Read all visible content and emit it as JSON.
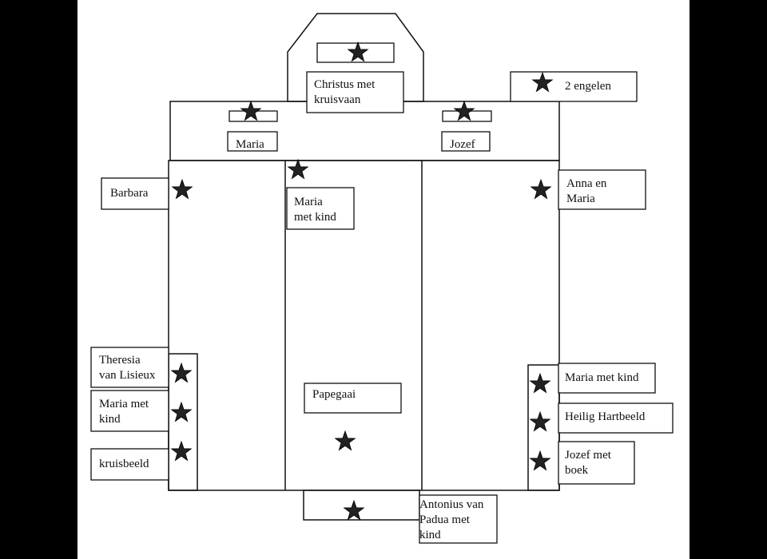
{
  "colors": {
    "background": "#000000",
    "paper": "#ffffff",
    "ink": "#111111",
    "star": "#222222"
  },
  "labels": {
    "christus_1": "Christus met",
    "christus_2": "kruisvaan",
    "engelen": "2 engelen",
    "maria_top": "Maria",
    "jozef_top": "Jozef",
    "barbara": "Barbara",
    "maria_kind_1": "Maria",
    "maria_kind_2": "met kind",
    "anna_1": "Anna en",
    "anna_2": "Maria",
    "theresia_1": "Theresia",
    "theresia_2": "van Lisieux",
    "maria_kind_left_1": "Maria met",
    "maria_kind_left_2": "kind",
    "kruisbeeld": "kruisbeeld",
    "papegaai": "Papegaai",
    "maria_kind_right": "Maria met kind",
    "heilig_hartbeeld": "Heilig Hartbeeld",
    "jozef_boek_1": "Jozef met",
    "jozef_boek_2": "boek",
    "antonius_1": "Antonius van",
    "antonius_2": "Padua met",
    "antonius_3": "kind"
  },
  "icons": [
    "star-icon"
  ]
}
